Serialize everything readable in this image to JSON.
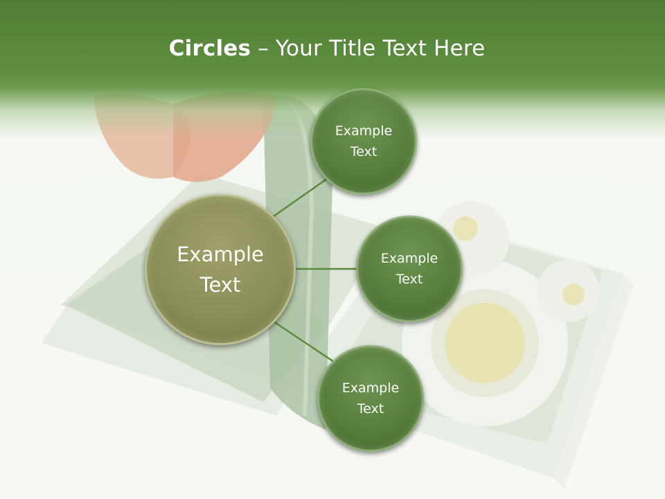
{
  "slide": {
    "title_bold": "Circles",
    "title_rest": " – Your Title Text Here"
  },
  "circles": {
    "center": {
      "label": "Example\nText"
    },
    "top": {
      "label": "Example\nText"
    },
    "middle": {
      "label": "Example\nText"
    },
    "bottom": {
      "label": "Example\nText"
    }
  },
  "colors": {
    "header_green": "#4f7d34",
    "small_circle_fill": "#557c3b",
    "center_circle_fill": "#8a8c55",
    "connector": "#5a8a3c"
  }
}
